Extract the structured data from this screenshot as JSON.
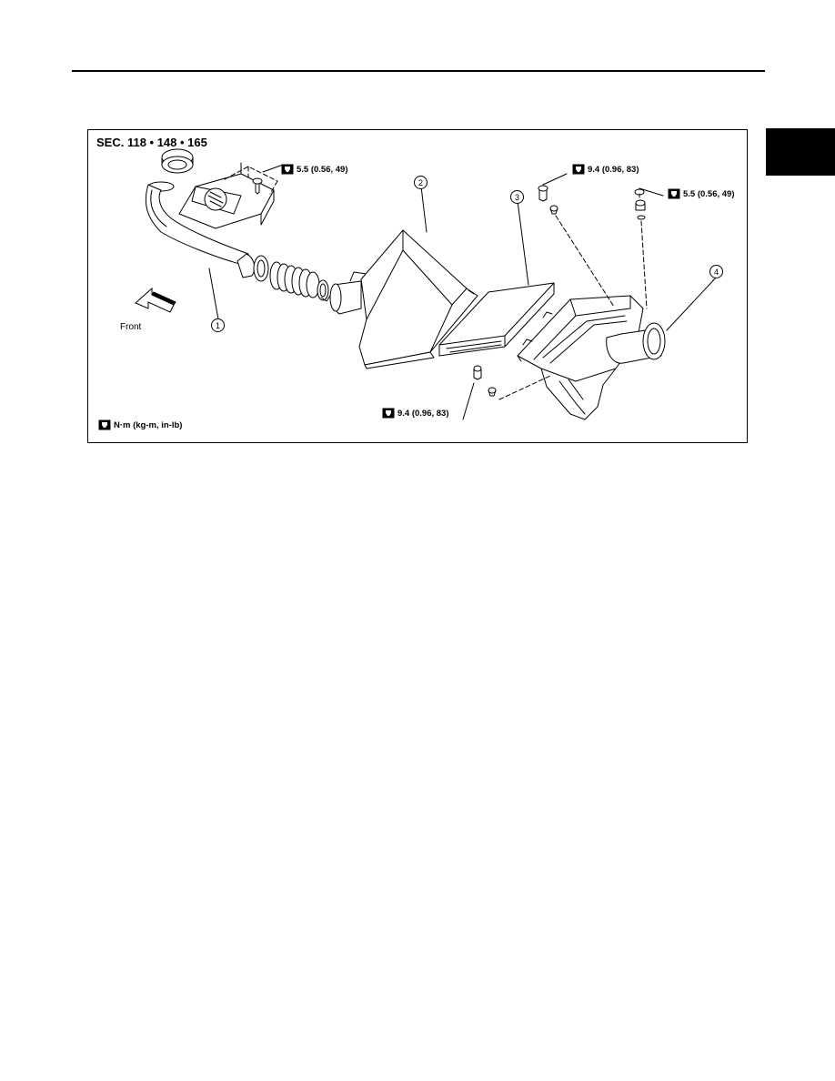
{
  "figure": {
    "section_title": "SEC. 118 • 148 • 165",
    "torque_specs": [
      "5.5 (0.56, 49)",
      "9.4 (0.96, 83)",
      "5.5 (0.56, 49)",
      "9.4 (0.96, 83)"
    ],
    "front_label": "Front",
    "legend_unit": "N·m (kg-m, in-lb)",
    "callouts": [
      "1",
      "2",
      "3",
      "4"
    ],
    "icons": {
      "torque": "torque-wrench-icon",
      "front": "front-direction-arrow-icon"
    }
  }
}
